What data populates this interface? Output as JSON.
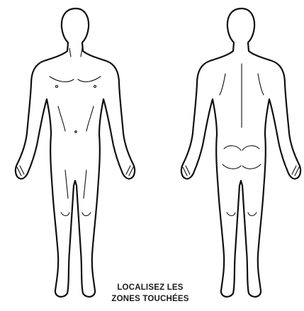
{
  "caption": {
    "line1": "LOCALISEZ LES",
    "line2": "ZONES TOUCHÉES"
  },
  "figures": [
    {
      "view": "front"
    },
    {
      "view": "back"
    }
  ],
  "colors": {
    "outline": "#111111",
    "background": "#ffffff",
    "text": "#1a1a1a"
  }
}
